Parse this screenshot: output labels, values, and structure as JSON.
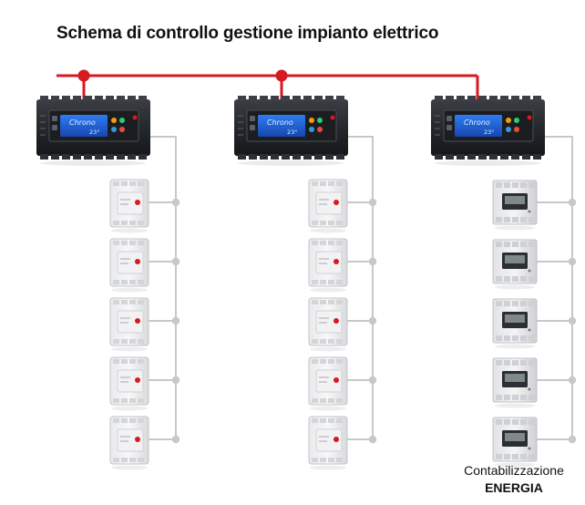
{
  "title": "Schema di controllo gestione impianto elettrico",
  "caption": {
    "line1": "Contabilizzazione",
    "line2": "ENERGIA"
  },
  "controllers": [
    {
      "id": "controller-1",
      "display_brand": "Chrono",
      "display_value": "23°"
    },
    {
      "id": "controller-2",
      "display_brand": "Chrono",
      "display_value": "23°"
    },
    {
      "id": "controller-3",
      "display_brand": "Chrono",
      "display_value": "23°"
    }
  ],
  "modules_per_column": 5,
  "colors": {
    "bus_line": "#d71920",
    "node": "#d71920",
    "connector": "#c8c8c8",
    "controller_body": "#2a2d31",
    "display": "#1e5fd6"
  }
}
